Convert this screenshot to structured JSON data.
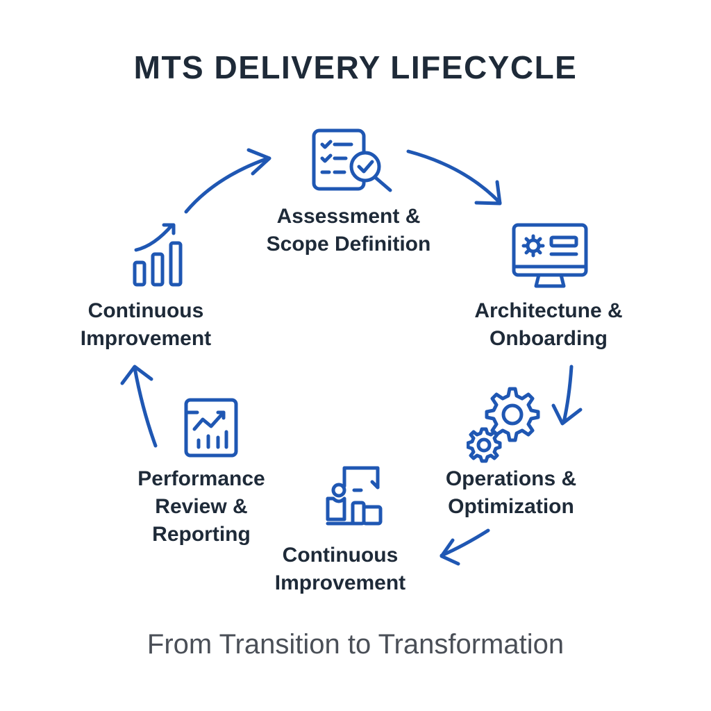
{
  "title": "MTS DELIVERY LIFECYCLE",
  "subtitle": "From Transition to Transformation",
  "accent_color": "#1f57b3",
  "text_color": "#1e2a38",
  "stages": [
    {
      "label": "Assessment &\nScope Definition",
      "icon": "checklist-search-icon"
    },
    {
      "label": "Architectune &\nOnboarding",
      "icon": "monitor-settings-icon"
    },
    {
      "label": "Operations &\nOptimization",
      "icon": "gears-icon"
    },
    {
      "label": "Continuous\nImprovement",
      "icon": "workflow-icon"
    },
    {
      "label": "Performance\nReview &\nReporting",
      "icon": "report-chart-icon"
    },
    {
      "label": "Continuous\nImprovement",
      "icon": "growth-bar-chart-icon"
    }
  ]
}
